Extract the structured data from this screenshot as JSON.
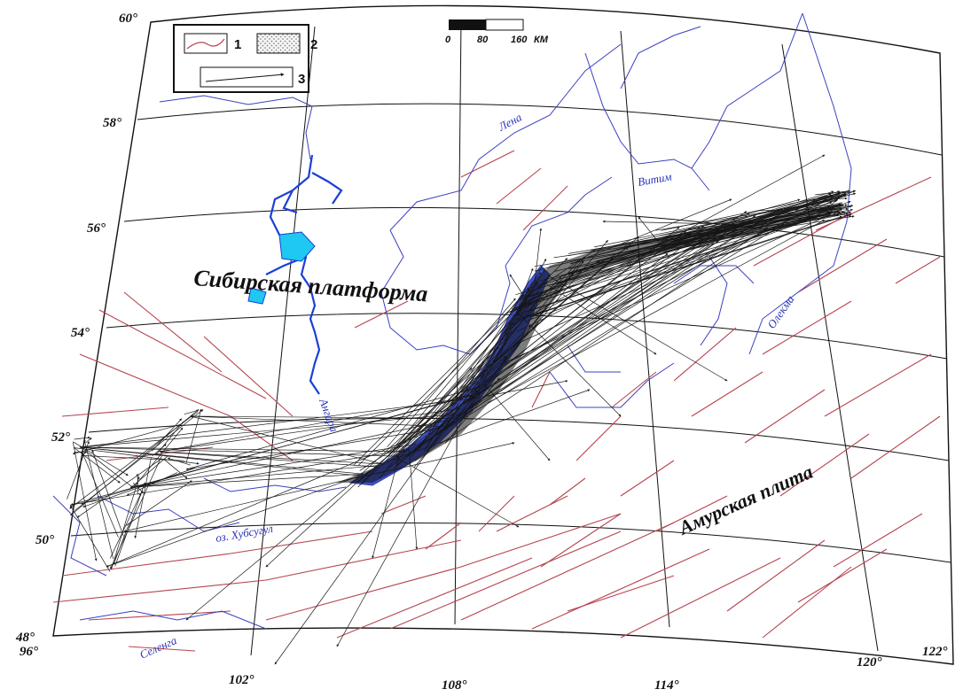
{
  "map": {
    "latitude_labels": [
      "60°",
      "58°",
      "56°",
      "54°",
      "52°",
      "50°",
      "48°"
    ],
    "longitude_labels": [
      "96°",
      "102°",
      "108°",
      "114°",
      "120°",
      "122°"
    ],
    "rivers": {
      "lena": "Лена",
      "vitim": "Витим",
      "olekma": "Олекма",
      "angara": "Ангара",
      "selenga": "Селенга",
      "hovsgol": "оз. Хубсугул"
    },
    "regions": {
      "siberian_platform": "Сибирская платформа",
      "amur_plate": "Амурская плита"
    },
    "legend": {
      "item1": "1",
      "item2": "2",
      "item3": "3"
    },
    "scale": {
      "tick0": "0",
      "tick1": "80",
      "tick2": "160",
      "unit": "КМ"
    },
    "colors": {
      "fault": "#b5454f",
      "river": "#3a40c0",
      "lake": "#1ec8f0",
      "reservoir": "#1a3fd8",
      "vector": "#1a1a1a",
      "grid": "#111111"
    }
  }
}
